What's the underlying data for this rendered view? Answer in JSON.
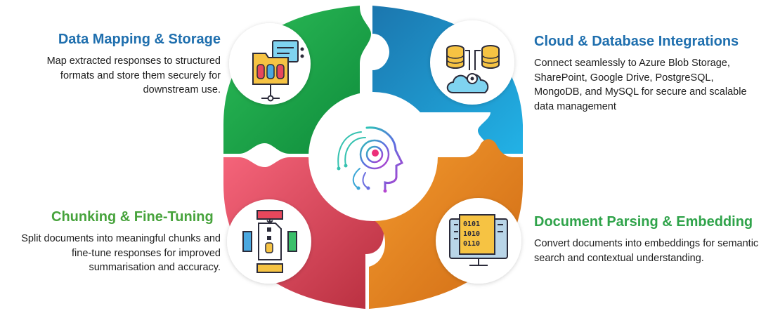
{
  "sections": {
    "top_left": {
      "title": "Data Mapping & Storage",
      "description": "Map extracted responses to structured formats and store them securely for downstream use.",
      "color": "#1f6fae",
      "piece_color": "#1aa64a",
      "icon": "folder-documents-icon"
    },
    "top_right": {
      "title": "Cloud & Database Integrations",
      "description": "Connect seamlessly to Azure Blob Storage, SharePoint, Google Drive, PostgreSQL, MongoDB, and MySQL for secure and scalable data management",
      "color": "#1f6fae",
      "piece_color": "#1e8fc6",
      "icon": "cloud-database-icon"
    },
    "bottom_left": {
      "title": "Chunking & Fine-Tuning",
      "description": "Split documents into meaningful chunks and fine-tune responses for improved summarisation and accuracy.",
      "color": "#47a33c",
      "piece_color": "#e0455a",
      "icon": "document-compress-icon"
    },
    "bottom_right": {
      "title": "Document Parsing & Embedding",
      "description": "Convert documents into embeddings for semantic search and contextual understanding.",
      "color": "#2fa34a",
      "piece_color": "#e67e22",
      "icon": "binary-monitor-icon"
    }
  },
  "center": {
    "icon": "ai-head-icon"
  }
}
